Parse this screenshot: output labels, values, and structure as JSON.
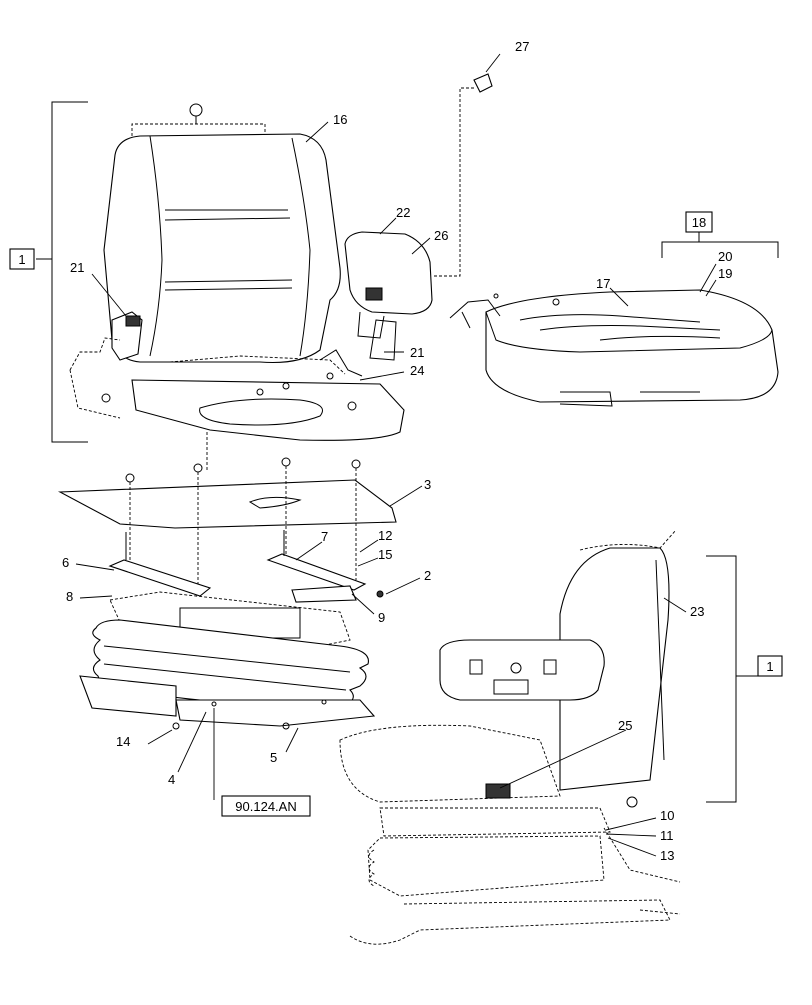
{
  "callouts": {
    "c1a": "1",
    "c1b": "1",
    "c2": "2",
    "c3": "3",
    "c4": "4",
    "c5": "5",
    "c6": "6",
    "c7": "7",
    "c8": "8",
    "c9": "9",
    "c10": "10",
    "c11": "11",
    "c12": "12",
    "c13": "13",
    "c14": "14",
    "c15": "15",
    "c16": "16",
    "c17": "17",
    "c18": "18",
    "c19": "19",
    "c20": "20",
    "c21a": "21",
    "c21b": "21",
    "c22": "22",
    "c23": "23",
    "c24": "24",
    "c25": "25",
    "c26": "26",
    "c27": "27"
  },
  "reference": "90.124.AN"
}
